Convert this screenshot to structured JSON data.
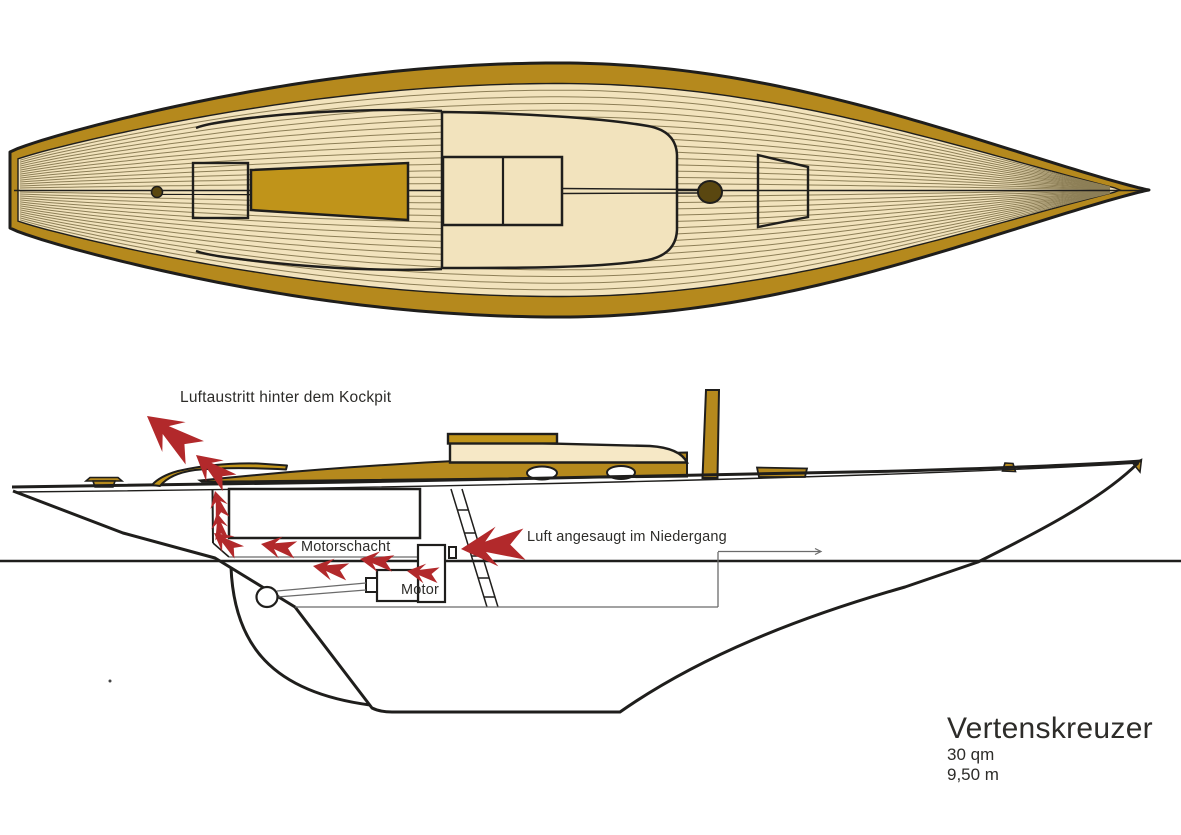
{
  "colors": {
    "gold": "#b5891d",
    "gold_bright": "#c0941a",
    "cream": "#f2e3bd",
    "cream_light": "#f6e8c6",
    "ink": "#1f1e1c",
    "plank": "#8d7f57",
    "red": "#b2292b",
    "gray": "#6b6b6b",
    "bg": "#ffffff",
    "mast_dot": "#5a4710",
    "text": "#2d2c29"
  },
  "labels": {
    "air_outlet": "Luftaustritt hinter dem Kockpit",
    "motorschacht": "Motorschacht",
    "air_intake": "Luft angesaugt im Niedergang",
    "motor": "Motor"
  },
  "title_block": {
    "boat_name": "Vertenskreuzer",
    "sail_area": "30 qm",
    "length": "9,50 m"
  }
}
